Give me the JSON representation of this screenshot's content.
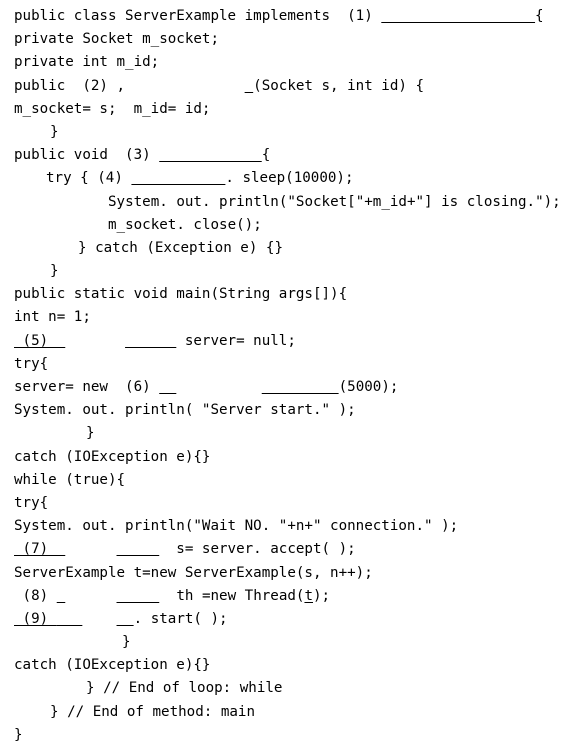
{
  "document": {
    "lines": [
      {
        "indent": 0,
        "segments": [
          {
            "t": "public class ServerExample implements  (1) "
          },
          {
            "t": "                  ",
            "u": true
          },
          {
            "t": "{"
          }
        ]
      },
      {
        "indent": 0,
        "segments": [
          {
            "t": "private Socket m_socket;"
          }
        ]
      },
      {
        "indent": 0,
        "segments": [
          {
            "t": "private int m_id;"
          }
        ]
      },
      {
        "indent": 0,
        "segments": [
          {
            "t": "public  (2) ,              "
          },
          {
            "t": " ",
            "u": true
          },
          {
            "t": "(Socket s, int id) {"
          }
        ]
      },
      {
        "indent": 0,
        "segments": [
          {
            "t": "m_socket= s;  m_id= id;"
          }
        ]
      },
      {
        "indent": 36,
        "segments": [
          {
            "t": "}"
          }
        ]
      },
      {
        "indent": 0,
        "segments": [
          {
            "t": "public void  (3) "
          },
          {
            "t": "            ",
            "u": true
          },
          {
            "t": "{"
          }
        ]
      },
      {
        "indent": 32,
        "segments": [
          {
            "t": "try { (4) "
          },
          {
            "t": "           ",
            "u": true
          },
          {
            "t": ". sleep(10000);"
          }
        ]
      },
      {
        "indent": 94,
        "segments": [
          {
            "t": "System. out. println(\"Socket[\"+m_id+\"] is closing.\");"
          }
        ]
      },
      {
        "indent": 94,
        "segments": [
          {
            "t": "m_socket. close();"
          }
        ]
      },
      {
        "indent": 64,
        "segments": [
          {
            "t": "} catch (Exception e) {}"
          }
        ]
      },
      {
        "indent": 36,
        "segments": [
          {
            "t": "}"
          }
        ]
      },
      {
        "indent": 0,
        "segments": [
          {
            "t": "public static void main(String args[]){"
          }
        ]
      },
      {
        "indent": 0,
        "segments": [
          {
            "t": "int n= 1;"
          }
        ]
      },
      {
        "indent": 0,
        "segments": [
          {
            "t": " (5)  ",
            "u": true
          },
          {
            "t": "       "
          },
          {
            "t": "      ",
            "u": true
          },
          {
            "t": " server= null;"
          }
        ]
      },
      {
        "indent": 0,
        "segments": [
          {
            "t": "try{"
          }
        ]
      },
      {
        "indent": 0,
        "segments": [
          {
            "t": "server= new  (6) "
          },
          {
            "t": "  ",
            "u": true
          },
          {
            "t": "          "
          },
          {
            "t": "         ",
            "u": true
          },
          {
            "t": "(5000);"
          }
        ]
      },
      {
        "indent": 0,
        "segments": [
          {
            "t": "System. out. println( \"Server start.\" );"
          }
        ]
      },
      {
        "indent": 72,
        "segments": [
          {
            "t": "}"
          }
        ]
      },
      {
        "indent": 0,
        "segments": [
          {
            "t": "catch (IOException e){}"
          }
        ]
      },
      {
        "indent": 0,
        "segments": [
          {
            "t": "while (true){"
          }
        ]
      },
      {
        "indent": 0,
        "segments": [
          {
            "t": "try{"
          }
        ]
      },
      {
        "indent": 0,
        "segments": [
          {
            "t": "System. out. println(\"Wait NO. \"+n+\" connection.\" );"
          }
        ]
      },
      {
        "indent": 0,
        "segments": [
          {
            "t": " (7)  ",
            "u": true
          },
          {
            "t": "      "
          },
          {
            "t": "     ",
            "u": true
          },
          {
            "t": "  s= server. accept( );"
          }
        ]
      },
      {
        "indent": 0,
        "segments": [
          {
            "t": "ServerExample t=new ServerExample(s, n++);"
          }
        ]
      },
      {
        "indent": 0,
        "segments": [
          {
            "t": " (8) "
          },
          {
            "t": " ",
            "u": true
          },
          {
            "t": "      "
          },
          {
            "t": "     ",
            "u": true
          },
          {
            "t": "  th =new Thread("
          },
          {
            "t": "t",
            "u": true
          },
          {
            "t": ");"
          }
        ]
      },
      {
        "indent": 0,
        "segments": [
          {
            "t": " (9) ",
            "u": true
          },
          {
            "t": "   ",
            "u": true
          },
          {
            "t": "    "
          },
          {
            "t": "  ",
            "u": true
          },
          {
            "t": ". start( );"
          }
        ]
      },
      {
        "indent": 108,
        "segments": [
          {
            "t": "}"
          }
        ]
      },
      {
        "indent": 0,
        "segments": [
          {
            "t": "catch (IOException e){}"
          }
        ]
      },
      {
        "indent": 72,
        "segments": [
          {
            "t": "} // End of loop: while"
          }
        ]
      },
      {
        "indent": 36,
        "segments": [
          {
            "t": "} // End of method: main"
          }
        ]
      },
      {
        "indent": 0,
        "segments": [
          {
            "t": "}"
          }
        ]
      }
    ]
  }
}
